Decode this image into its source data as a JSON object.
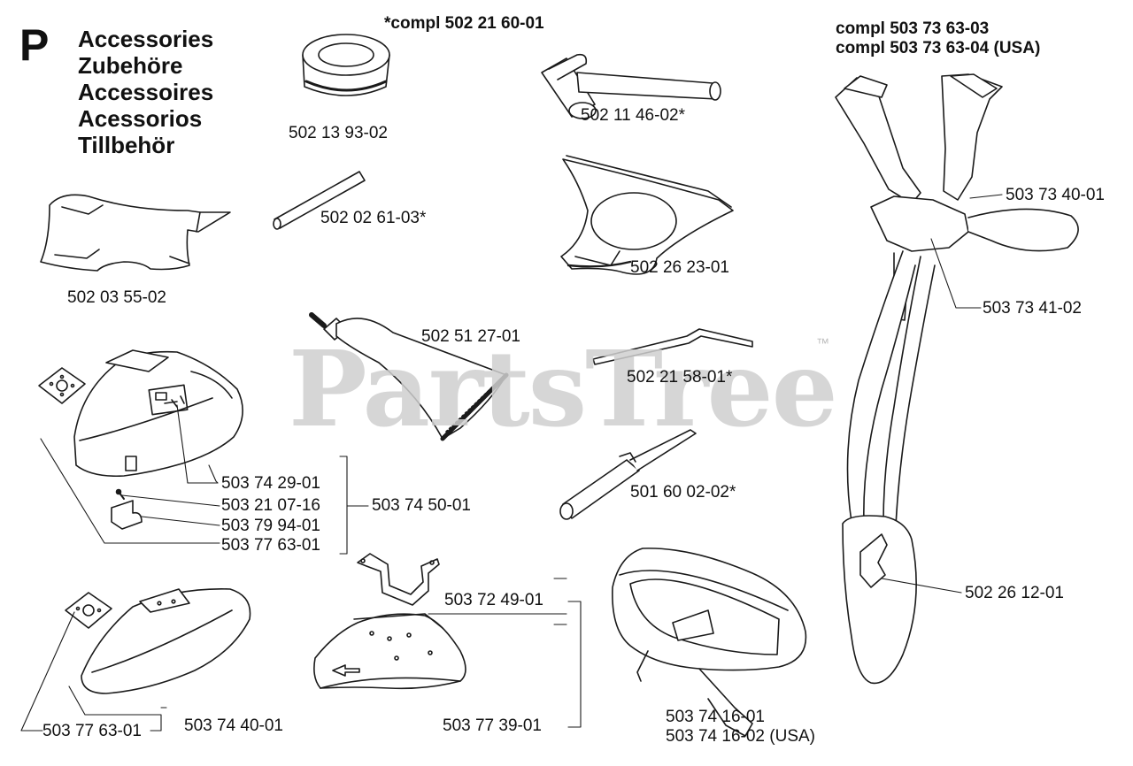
{
  "section_letter": "P",
  "titles": [
    "Accessories",
    "Zubehöre",
    "Accessoires",
    "Acessorios",
    "Tillbehör"
  ],
  "headers": {
    "kit_center": "*compl 502 21 60-01",
    "harness_1": "compl 503 73 63-03",
    "harness_2": "compl 503 73 63-04 (USA)"
  },
  "watermark": {
    "text": "PartsTree",
    "trademark": "™"
  },
  "parts": {
    "sleeve": "502 13 93-02",
    "socket_wrench": "502 11 46-02*",
    "tommy_bar": "502 02 61-03*",
    "spider_plate": "502 26 23-01",
    "deflector_clip": "502 03 55-02",
    "grease_tube": "502 51 27-01",
    "hex_key": "502 21 58-01*",
    "file": "501 60 02-02*",
    "guard_cover": "503 74 29-01",
    "screw": "503 21 07-16",
    "bracket": "503 79 94-01",
    "plate_top": "503 77 63-01",
    "guard_kit": "503 74 50-01",
    "shield_bracket": "503 72 49-01",
    "shield_mid": "503 77 39-01",
    "plate_bottom": "503 77 63-01",
    "guard_bottom": "503 74 40-01",
    "hip_pad_1": "503 74 16-01",
    "hip_pad_2": "503 74 16-02 (USA)",
    "harness_buckle": "503 73 40-01",
    "harness_pad": "503 73 41-02",
    "hip_plate": "502 26 12-01"
  }
}
